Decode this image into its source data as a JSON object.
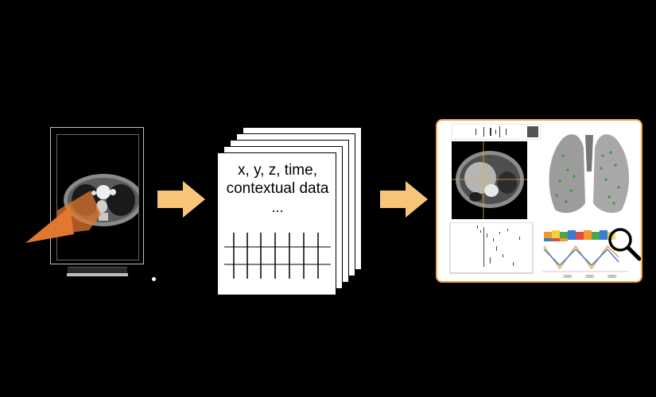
{
  "stack": {
    "line1": "x, y, z, time,",
    "line2": "contextual data",
    "ellipsis": "..."
  },
  "charts": {
    "x_ticks": [
      "1900",
      "2000",
      "3000"
    ]
  },
  "colors": {
    "arrow": "#f8c67a",
    "panel_border": "#f5a54a",
    "ct_orange": "#e2772f",
    "lung_point": "#2f9e2f",
    "crosshair": "#d9b526"
  },
  "icons": {
    "magnifier": "magnifier-icon",
    "arrow": "right-arrow-icon"
  }
}
